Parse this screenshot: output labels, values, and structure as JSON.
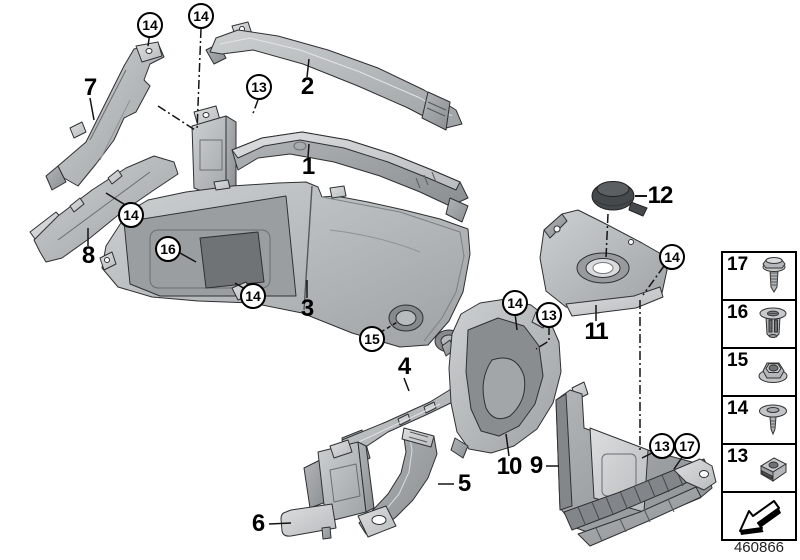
{
  "diagram": {
    "doc_number": "460866",
    "callouts": [
      {
        "label": "14"
      },
      {
        "label": "14"
      },
      {
        "label": "13"
      },
      {
        "label": "14"
      },
      {
        "label": "16"
      },
      {
        "label": "14"
      },
      {
        "label": "15"
      },
      {
        "label": "14"
      },
      {
        "label": "13"
      },
      {
        "label": "14"
      },
      {
        "label": "13"
      },
      {
        "label": "17"
      }
    ],
    "part_labels": [
      {
        "label": "7"
      },
      {
        "label": "2"
      },
      {
        "label": "1"
      },
      {
        "label": "8"
      },
      {
        "label": "3"
      },
      {
        "label": "4"
      },
      {
        "label": "12"
      },
      {
        "label": "11"
      },
      {
        "label": "10"
      },
      {
        "label": "9"
      },
      {
        "label": "5"
      },
      {
        "label": "6"
      }
    ],
    "legend": {
      "items": [
        {
          "label": "17",
          "icon": "screw-icon"
        },
        {
          "label": "16",
          "icon": "expansion-rivet-icon"
        },
        {
          "label": "15",
          "icon": "flange-nut-icon"
        },
        {
          "label": "14",
          "icon": "push-rivet-icon"
        },
        {
          "label": "13",
          "icon": "clip-nut-icon"
        }
      ],
      "arrow_icon": "direction-arrow-icon"
    }
  }
}
